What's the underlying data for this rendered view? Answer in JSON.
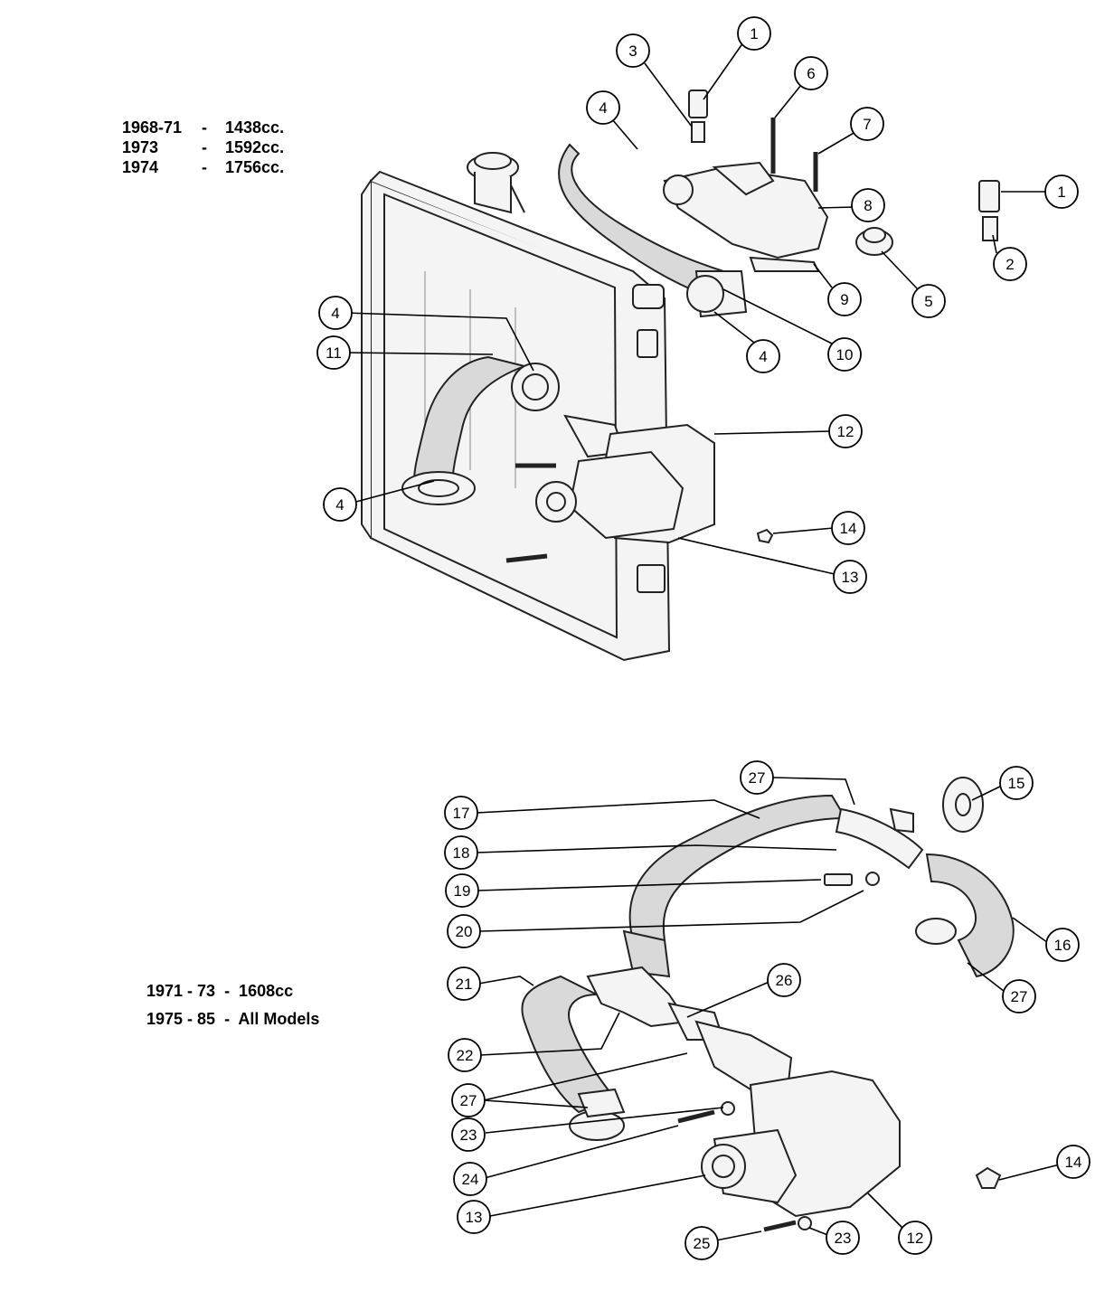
{
  "legend_top": [
    {
      "years": "1968-71",
      "sep": "-",
      "engine": "1438cc."
    },
    {
      "years": "1973",
      "sep": "-",
      "engine": "1592cc."
    },
    {
      "years": "1974",
      "sep": "-",
      "engine": "1756cc."
    }
  ],
  "legend_bottom": [
    {
      "text": "1971 - 73  -  1608cc"
    },
    {
      "text": "1975 - 85  -  All Models"
    }
  ],
  "callouts_top": [
    "1",
    "3",
    "6",
    "4",
    "7",
    "1",
    "8",
    "2",
    "5",
    "9",
    "4",
    "10",
    "4",
    "11",
    "12",
    "4",
    "14",
    "13"
  ],
  "callouts_bottom": [
    "27",
    "15",
    "17",
    "18",
    "19",
    "16",
    "20",
    "27",
    "21",
    "26",
    "22",
    "27",
    "23",
    "24",
    "14",
    "13",
    "25",
    "23",
    "12"
  ]
}
